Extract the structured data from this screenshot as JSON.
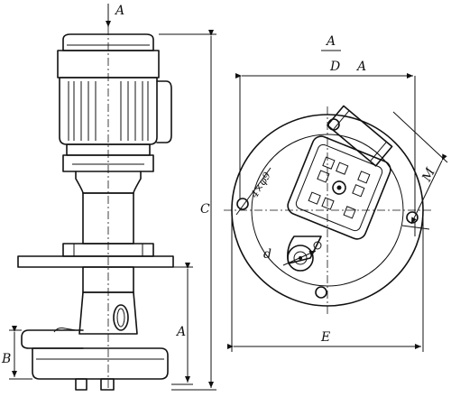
{
  "labels": {
    "view_arrow": "A",
    "view_title": "A",
    "D": "D",
    "A_top": "A",
    "C": "C",
    "A_side": "A",
    "B": "B",
    "E": "E",
    "M": "M",
    "d": "d",
    "holes": "4×φ9"
  }
}
